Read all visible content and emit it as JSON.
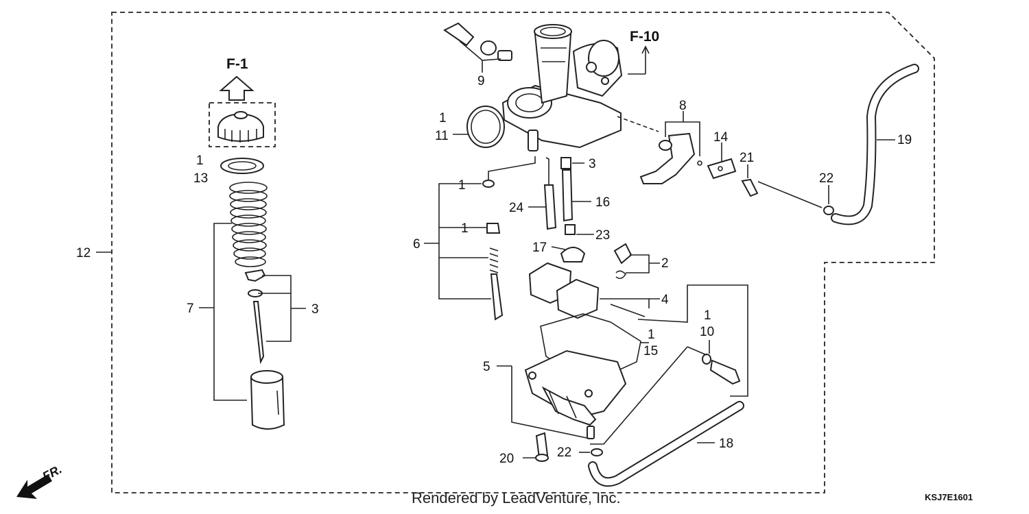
{
  "section_refs": {
    "f1": "F-1",
    "f10": "F-10"
  },
  "callouts": [
    {
      "id": "c1a",
      "text": "1"
    },
    {
      "id": "c13",
      "text": "13"
    },
    {
      "id": "c7",
      "text": "7"
    },
    {
      "id": "c3a",
      "text": "3"
    },
    {
      "id": "c12",
      "text": "12"
    },
    {
      "id": "c9",
      "text": "9"
    },
    {
      "id": "c1b",
      "text": "1"
    },
    {
      "id": "c11",
      "text": "11"
    },
    {
      "id": "c8",
      "text": "8"
    },
    {
      "id": "c14",
      "text": "14"
    },
    {
      "id": "c21",
      "text": "21"
    },
    {
      "id": "c19",
      "text": "19"
    },
    {
      "id": "c22a",
      "text": "22"
    },
    {
      "id": "c3b",
      "text": "3"
    },
    {
      "id": "c1c",
      "text": "1"
    },
    {
      "id": "c24",
      "text": "24"
    },
    {
      "id": "c16",
      "text": "16"
    },
    {
      "id": "c1d",
      "text": "1"
    },
    {
      "id": "c6",
      "text": "6"
    },
    {
      "id": "c23",
      "text": "23"
    },
    {
      "id": "c17",
      "text": "17"
    },
    {
      "id": "c2",
      "text": "2"
    },
    {
      "id": "c4",
      "text": "4"
    },
    {
      "id": "c1e",
      "text": "1"
    },
    {
      "id": "c10",
      "text": "10"
    },
    {
      "id": "c1f",
      "text": "1"
    },
    {
      "id": "c15",
      "text": "15"
    },
    {
      "id": "c5",
      "text": "5"
    },
    {
      "id": "c18",
      "text": "18"
    },
    {
      "id": "c20",
      "text": "20"
    },
    {
      "id": "c22b",
      "text": "22"
    }
  ],
  "front_indicator": "FR.",
  "credit": "Rendered by LeadVenture, Inc.",
  "diagram_code": "KSJ7E1601"
}
